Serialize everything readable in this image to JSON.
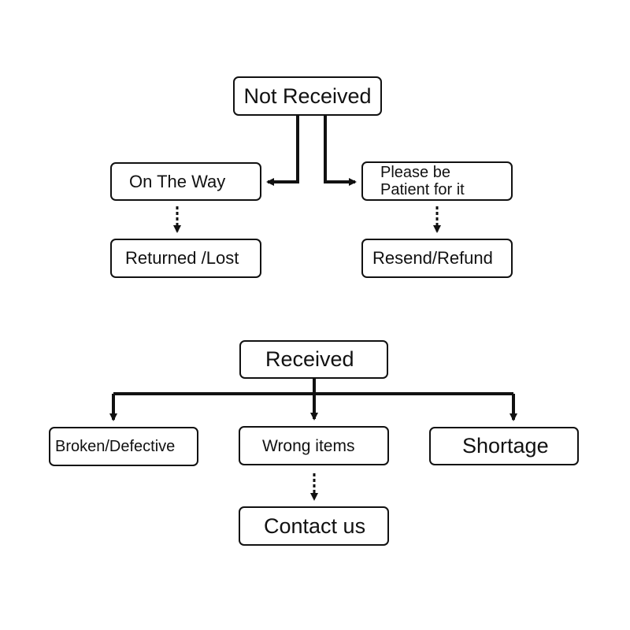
{
  "diagram": {
    "nodes": {
      "not_received": "Not Received",
      "on_the_way": "On The Way",
      "please_be_patient_line1": "Please be",
      "please_be_patient_line2": "Patient for it",
      "returned_lost": "Returned /Lost",
      "resend_refund": "Resend/Refund",
      "received": "Received",
      "broken_defective": "Broken/Defective",
      "wrong_items": "Wrong items",
      "shortage": "Shortage",
      "contact_us": "Contact us"
    },
    "edges": [
      {
        "from": "not_received",
        "to": "on_the_way",
        "style": "solid"
      },
      {
        "from": "not_received",
        "to": "please_be_patient",
        "style": "solid"
      },
      {
        "from": "on_the_way",
        "to": "returned_lost",
        "style": "dashed"
      },
      {
        "from": "please_be_patient",
        "to": "resend_refund",
        "style": "dashed"
      },
      {
        "from": "received",
        "to": "broken_defective",
        "style": "solid"
      },
      {
        "from": "received",
        "to": "wrong_items",
        "style": "solid"
      },
      {
        "from": "received",
        "to": "shortage",
        "style": "solid"
      },
      {
        "from": "wrong_items",
        "to": "contact_us",
        "style": "dashed"
      }
    ]
  }
}
